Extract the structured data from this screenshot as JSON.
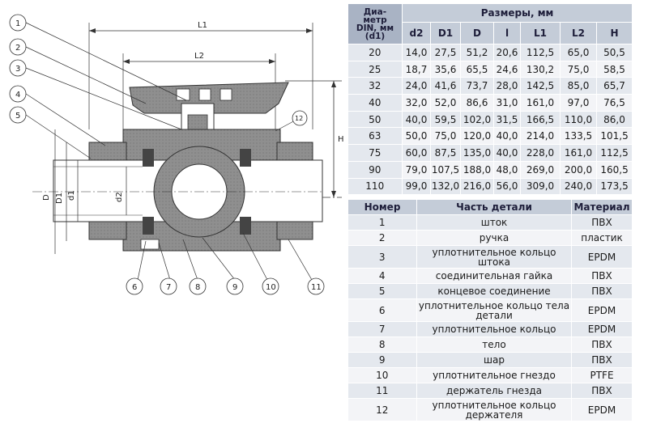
{
  "drawing": {
    "dimension_labels": {
      "L1": "L1",
      "L2": "L2",
      "H": "H",
      "D": "D",
      "D1": "D1",
      "d1": "d1",
      "d2": "d2"
    },
    "callouts": [
      "1",
      "2",
      "3",
      "4",
      "5",
      "6",
      "7",
      "8",
      "9",
      "10",
      "11",
      "12"
    ]
  },
  "dimensions_table": {
    "corner_header_lines": [
      "Диа-",
      "метр",
      "DIN, мм",
      "(d1)"
    ],
    "group_header": "Размеры, мм",
    "columns": [
      "d2",
      "D1",
      "D",
      "l",
      "L1",
      "L2",
      "H"
    ],
    "rows": [
      [
        "20",
        "14,0",
        "27,5",
        "51,2",
        "20,6",
        "112,5",
        "65,0",
        "50,5"
      ],
      [
        "25",
        "18,7",
        "35,6",
        "65,5",
        "24,6",
        "130,2",
        "75,0",
        "58,5"
      ],
      [
        "32",
        "24,0",
        "41,6",
        "73,7",
        "28,0",
        "142,5",
        "85,0",
        "65,7"
      ],
      [
        "40",
        "32,0",
        "52,0",
        "86,6",
        "31,0",
        "161,0",
        "97,0",
        "76,5"
      ],
      [
        "50",
        "40,0",
        "59,5",
        "102,0",
        "31,5",
        "166,5",
        "110,0",
        "86,0"
      ],
      [
        "63",
        "50,0",
        "75,0",
        "120,0",
        "40,0",
        "214,0",
        "133,5",
        "101,5"
      ],
      [
        "75",
        "60,0",
        "87,5",
        "135,0",
        "40,0",
        "228,0",
        "161,0",
        "112,5"
      ],
      [
        "90",
        "79,0",
        "107,5",
        "188,0",
        "48,0",
        "269,0",
        "200,0",
        "160,5"
      ],
      [
        "110",
        "99,0",
        "132,0",
        "216,0",
        "56,0",
        "309,0",
        "240,0",
        "173,5"
      ]
    ]
  },
  "parts_table": {
    "headers": [
      "Номер",
      "Часть детали",
      "Материал"
    ],
    "rows": [
      {
        "num": "1",
        "part": "шток",
        "material": "ПВХ"
      },
      {
        "num": "2",
        "part": "ручка",
        "material": "пластик"
      },
      {
        "num": "3",
        "part": "уплотнительное кольцо штока",
        "material": "EPDM"
      },
      {
        "num": "4",
        "part": "соединительная гайка",
        "material": "ПВХ"
      },
      {
        "num": "5",
        "part": "концевое соединение",
        "material": "ПВХ"
      },
      {
        "num": "6",
        "part": "уплотнительное кольцо тела детали",
        "material": "EPDM"
      },
      {
        "num": "7",
        "part": "уплотнительное кольцо",
        "material": "EPDM"
      },
      {
        "num": "8",
        "part": "тело",
        "material": "ПВХ"
      },
      {
        "num": "9",
        "part": "шар",
        "material": "ПВХ"
      },
      {
        "num": "10",
        "part": "уплотнительное гнездо",
        "material": "PTFE"
      },
      {
        "num": "11",
        "part": "держатель гнезда",
        "material": "ПВХ"
      },
      {
        "num": "12",
        "part": "уплотнительное кольцо держателя",
        "material": "EPDM"
      }
    ]
  },
  "colors": {
    "header_bg": "#c4ccd8",
    "row_a": "#e4e8ee",
    "row_b": "#f3f4f7",
    "drawing_fill": "#9a9a9a"
  }
}
